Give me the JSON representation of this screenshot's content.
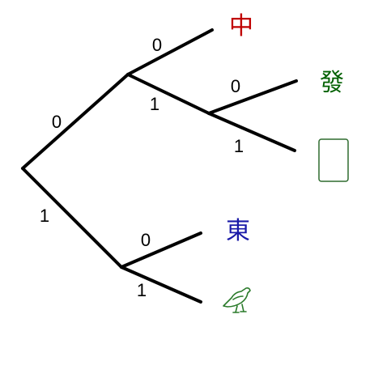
{
  "edge_labels": {
    "root_to_upper": "0",
    "root_to_lower": "1",
    "upper_to_red_dragon": "0",
    "upper_to_mid": "1",
    "mid_to_green_dragon": "0",
    "mid_to_white_dragon": "1",
    "lower_to_east_wind": "0",
    "lower_to_bird": "1"
  },
  "leaves": {
    "red_dragon": "中",
    "green_dragon": "發",
    "east_wind": "東"
  },
  "colors": {
    "red_dragon": "#c00000",
    "green_dragon": "#006000",
    "east_wind": "#1a1aa8",
    "white_dragon_frame": "#2e6b2e",
    "bird": "#2a7a2a"
  },
  "icons": {
    "white_dragon": "white-dragon-tile-icon",
    "bird": "sparrow-bird-icon"
  }
}
